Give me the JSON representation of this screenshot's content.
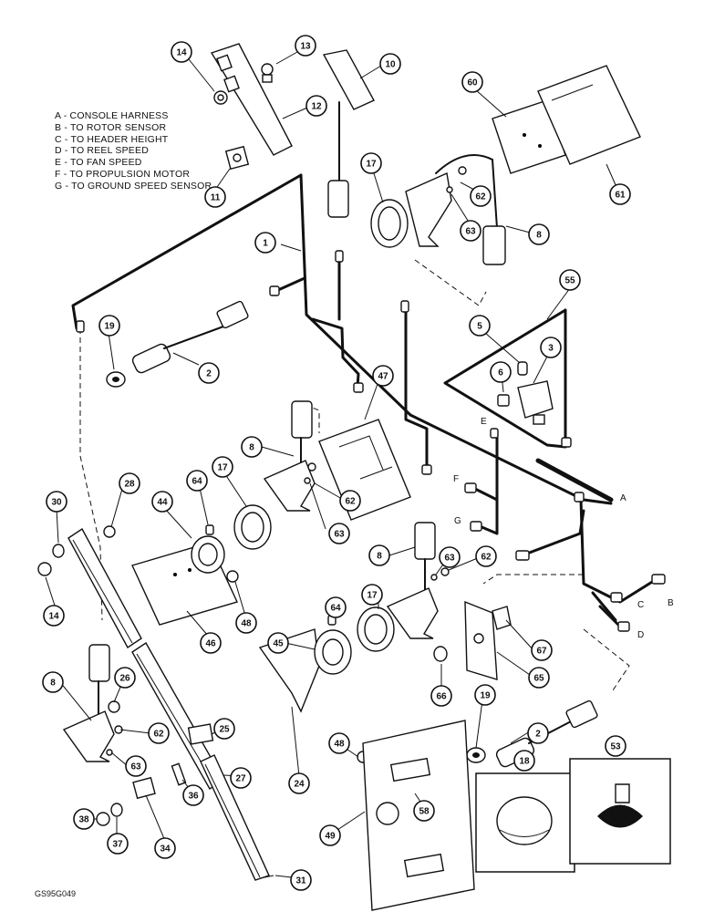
{
  "legend": {
    "items": [
      "A - CONSOLE HARNESS",
      "B - TO ROTOR SENSOR",
      "C - TO HEADER HEIGHT",
      "D - TO REEL SPEED",
      "E - TO FAN SPEED",
      "F - TO PROPULSION MOTOR",
      "G - TO GROUND SPEED SENSOR"
    ]
  },
  "figure_code": "GS95G049",
  "callouts": [
    {
      "id": "c14a",
      "label": "14"
    },
    {
      "id": "c13",
      "label": "13"
    },
    {
      "id": "c10",
      "label": "10"
    },
    {
      "id": "c12",
      "label": "12"
    },
    {
      "id": "c11",
      "label": "11"
    },
    {
      "id": "c60",
      "label": "60"
    },
    {
      "id": "c61",
      "label": "61"
    },
    {
      "id": "c17a",
      "label": "17"
    },
    {
      "id": "c62a",
      "label": "62"
    },
    {
      "id": "c63a",
      "label": "63"
    },
    {
      "id": "c8a",
      "label": "8"
    },
    {
      "id": "c1",
      "label": "1"
    },
    {
      "id": "c55",
      "label": "55"
    },
    {
      "id": "c5",
      "label": "5"
    },
    {
      "id": "c6",
      "label": "6"
    },
    {
      "id": "c3",
      "label": "3"
    },
    {
      "id": "c19a",
      "label": "19"
    },
    {
      "id": "c2a",
      "label": "2"
    },
    {
      "id": "c47",
      "label": "47"
    },
    {
      "id": "c8b",
      "label": "8"
    },
    {
      "id": "c17b",
      "label": "17"
    },
    {
      "id": "c62b",
      "label": "62"
    },
    {
      "id": "c63b",
      "label": "63"
    },
    {
      "id": "c28",
      "label": "28"
    },
    {
      "id": "c64a",
      "label": "64"
    },
    {
      "id": "c44",
      "label": "44"
    },
    {
      "id": "c30",
      "label": "30"
    },
    {
      "id": "c14b",
      "label": "14"
    },
    {
      "id": "c48a",
      "label": "48"
    },
    {
      "id": "c46",
      "label": "46"
    },
    {
      "id": "c8c",
      "label": "8"
    },
    {
      "id": "c63c",
      "label": "63"
    },
    {
      "id": "c62c",
      "label": "62"
    },
    {
      "id": "c64b",
      "label": "64"
    },
    {
      "id": "c17c",
      "label": "17"
    },
    {
      "id": "c45",
      "label": "45"
    },
    {
      "id": "c67",
      "label": "67"
    },
    {
      "id": "c65",
      "label": "65"
    },
    {
      "id": "c66",
      "label": "66"
    },
    {
      "id": "c8d",
      "label": "8"
    },
    {
      "id": "c26",
      "label": "26"
    },
    {
      "id": "c62d",
      "label": "62"
    },
    {
      "id": "c63d",
      "label": "63"
    },
    {
      "id": "c25",
      "label": "25"
    },
    {
      "id": "c24",
      "label": "24"
    },
    {
      "id": "c19b",
      "label": "19"
    },
    {
      "id": "c2b",
      "label": "2"
    },
    {
      "id": "c48b",
      "label": "48"
    },
    {
      "id": "c58",
      "label": "58"
    },
    {
      "id": "c18",
      "label": "18"
    },
    {
      "id": "c53",
      "label": "53"
    },
    {
      "id": "c27",
      "label": "27"
    },
    {
      "id": "c36",
      "label": "36"
    },
    {
      "id": "c38",
      "label": "38"
    },
    {
      "id": "c37",
      "label": "37"
    },
    {
      "id": "c34",
      "label": "34"
    },
    {
      "id": "c49",
      "label": "49"
    },
    {
      "id": "c31",
      "label": "31"
    }
  ],
  "connector_letters": [
    {
      "id": "lA",
      "label": "A"
    },
    {
      "id": "lB",
      "label": "B"
    },
    {
      "id": "lC",
      "label": "C"
    },
    {
      "id": "lD",
      "label": "D"
    },
    {
      "id": "lE",
      "label": "E"
    },
    {
      "id": "lF",
      "label": "F"
    },
    {
      "id": "lG",
      "label": "G"
    }
  ]
}
